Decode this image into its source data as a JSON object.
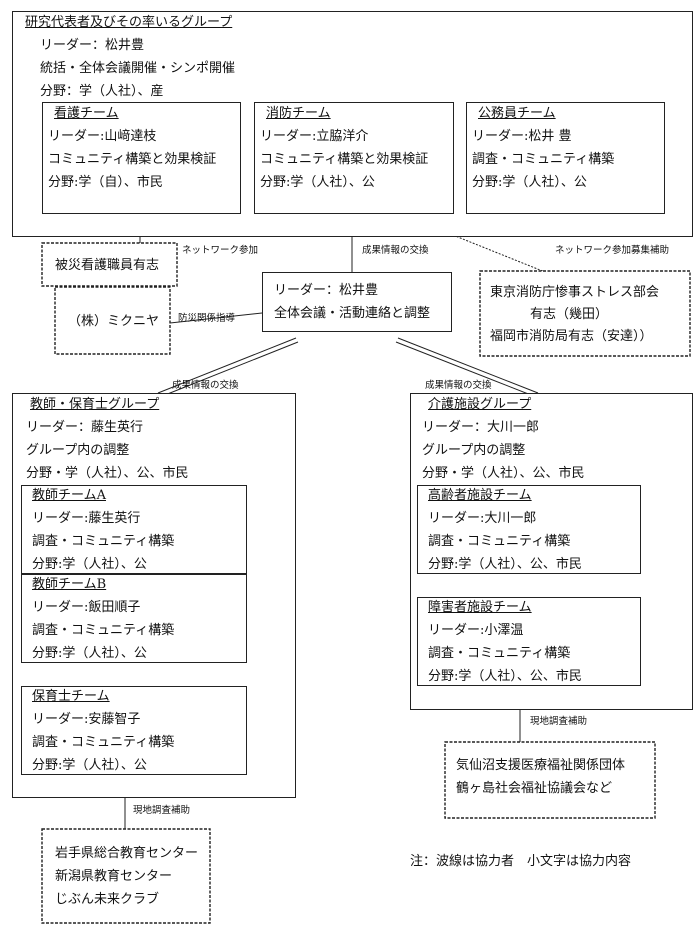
{
  "top_group": {
    "title": "研究代表者及びその率いるグループ",
    "leader": "リーダー：松井豊",
    "role": "統括・全体会議開催・シンポ開催",
    "field": "分野：学（人社）、産"
  },
  "nursing_team": {
    "title": "看護チーム",
    "leader": "リーダー:山﨑達枝",
    "role": "コミュニティ構築と効果検証",
    "field": "分野:学（自）、市民"
  },
  "fire_team": {
    "title": "消防チーム",
    "leader": "リーダー:立脇洋介",
    "role": "コミュニティ構築と効果検証",
    "field": "分野:学（人社）、公"
  },
  "civil_team": {
    "title": "公務員チーム",
    "leader": "リーダー:松井 豊",
    "role": "調査・コミュニティ構築",
    "field": "分野:学（人社）、公"
  },
  "center": {
    "leader": "リーダー：松井豊",
    "role": "全体会議・活動連絡と調整"
  },
  "nurse_volunteers": {
    "text": "被災看護職員有志"
  },
  "mikuniya": {
    "text": "（株）ミクニヤ"
  },
  "tokyo_fire": {
    "line1": "東京消防庁惨事ストレス部会",
    "line2": "有志（幾田）",
    "line3": "福岡市消防局有志（安達））"
  },
  "teacher_group": {
    "title": "教師・保育士グループ",
    "leader": "リーダー：藤生英行",
    "role": "グループ内の調整",
    "field": "分野・学（人社）、公、市民",
    "team_a": {
      "title": "教師チームA",
      "leader": "リーダー:藤生英行",
      "role": "調査・コミュニティ構築",
      "field": "分野:学（人社）、公"
    },
    "team_b": {
      "title": "教師チームB",
      "leader": "リーダー:飯田順子",
      "role": "調査・コミュニティ構築",
      "field": "分野:学（人社）、公"
    },
    "nursery": {
      "title": "保育士チーム",
      "leader": "リーダー:安藤智子",
      "role": "調査・コミュニティ構築",
      "field": "分野:学（人社）、公"
    }
  },
  "care_group": {
    "title": "介護施設グループ",
    "leader": "リーダー：大川一郎",
    "role": "グループ内の調整",
    "field": "分野・学（人社）、公、市民",
    "elderly": {
      "title": "高齢者施設チーム",
      "leader": "リーダー:大川一郎",
      "role": "調査・コミュニティ構築",
      "field": "分野:学（人社）、公、市民"
    },
    "disabled": {
      "title": "障害者施設チーム",
      "leader": "リーダー:小澤温",
      "role": "調査・コミュニティ構築",
      "field": "分野:学（人社）、公、市民"
    }
  },
  "kesennuma": {
    "line1": "気仙沼支援医療福祉関係団体",
    "line2": "鶴ヶ島社会福祉協議会など"
  },
  "iwate": {
    "line1": "岩手県総合教育センター",
    "line2": "新潟県教育センター",
    "line3": "じぶん未来クラブ"
  },
  "labels": {
    "network_join": "ネットワーク参加",
    "result_exchange_top": "成果情報の交換",
    "network_support": "ネットワーク参加募集補助",
    "disaster_guidance": "防災関係指導",
    "result_exchange_left": "成果情報の交換",
    "result_exchange_right": "成果情報の交換",
    "field_support_right": "現地調査補助",
    "field_support_left": "現地調査補助"
  },
  "note": "注：波線は協力者　小文字は協力内容"
}
